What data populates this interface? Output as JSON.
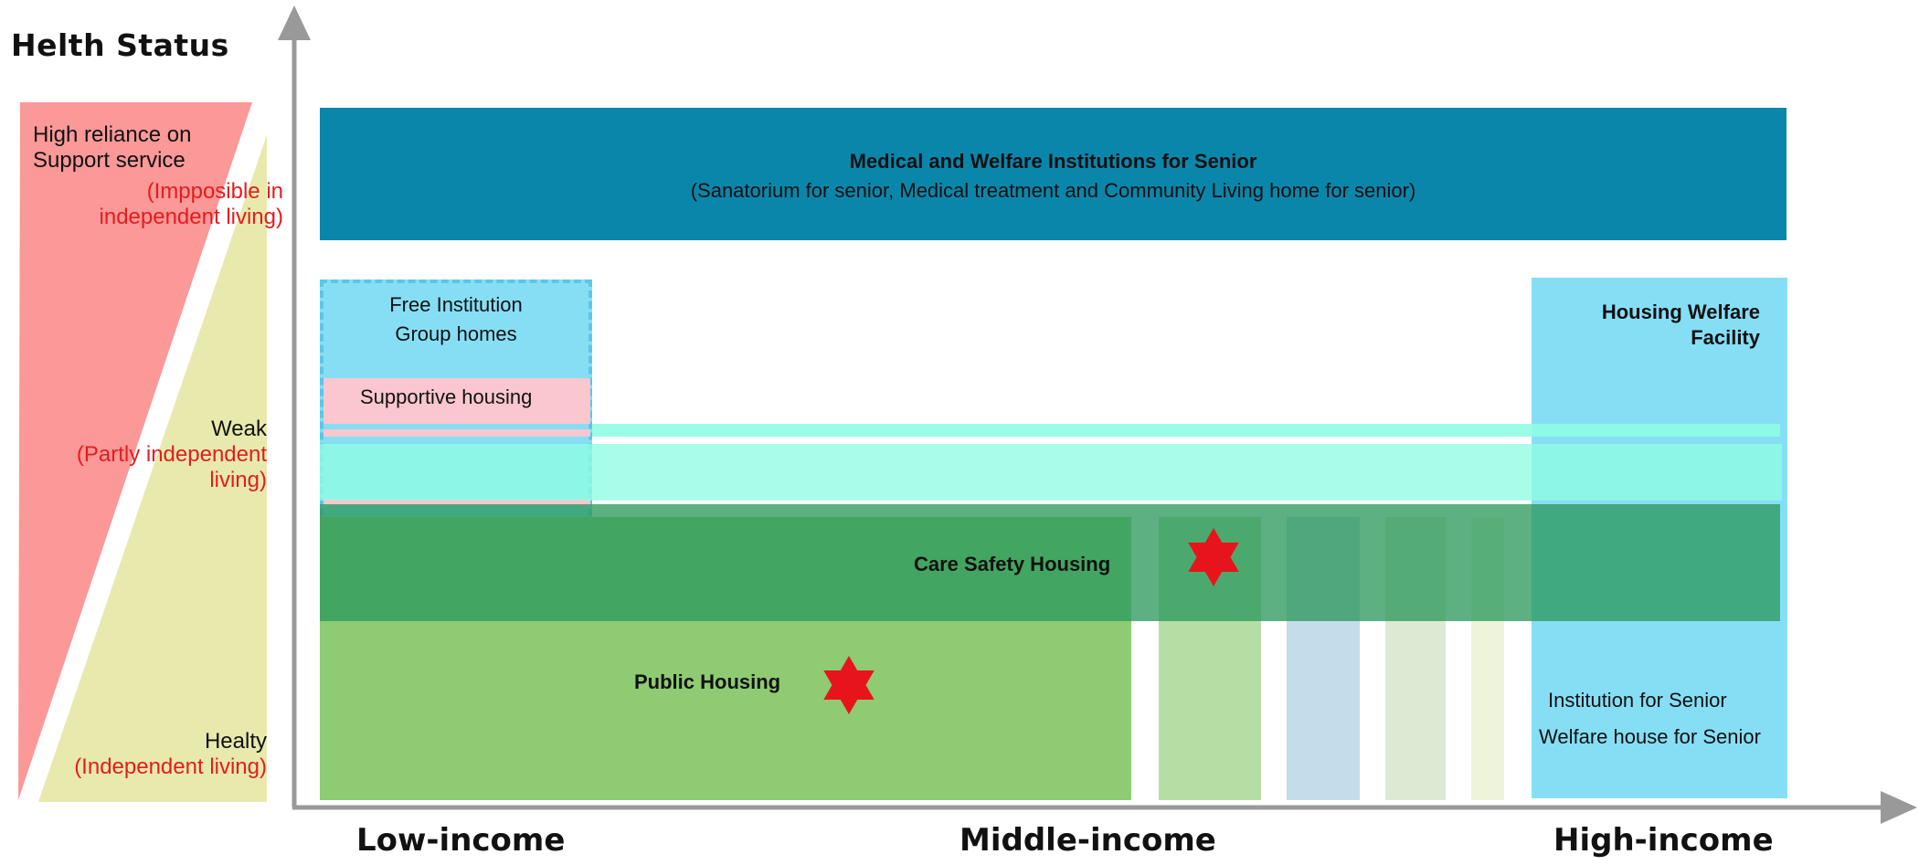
{
  "title": "Helth Status",
  "y_levels": [
    {
      "key": "high",
      "line1": "High reliance on",
      "line2": "Support service",
      "note1": "(Impposible in",
      "note2": "independent living)"
    },
    {
      "key": "weak",
      "line1": "Weak",
      "note1": "(Partly independent",
      "note2": "living)"
    },
    {
      "key": "healthy",
      "line1": "Healty",
      "note1": "(Independent living)"
    }
  ],
  "x_levels": [
    "Low-income",
    "Middle-income",
    "High-income"
  ],
  "boxes": {
    "medical": {
      "title": "Medical and Welfare Institutions for Senior",
      "subtitle": "(Sanatorium for senior, Medical treatment and Community Living home for senior)"
    },
    "free_institution": {
      "line1": "Free Institution",
      "line2": "Group homes"
    },
    "supportive": {
      "label": "Supportive housing"
    },
    "housing_welfare": {
      "line1": "Housing Welfare",
      "line2": "Facility"
    },
    "care_safety": {
      "label": "Care Safety Housing"
    },
    "public_housing": {
      "label": "Public Housing"
    },
    "institution_senior": {
      "line1": "Institution for Senior",
      "line2": "Welfare house for Senior"
    }
  },
  "colors": {
    "wedge_red": "#fb9898",
    "wedge_yellow": "#e8e9ad",
    "medical_blue": "#0b86ab",
    "light_blue": "#86def5",
    "pink": "#f9c7cd",
    "aqua": "#8ffde3",
    "care_green": "#2e9a5e",
    "public_green": "#8ecb72",
    "axis_gray": "#999999",
    "red_text": "#e41d1d",
    "star_red": "#e8141b"
  }
}
